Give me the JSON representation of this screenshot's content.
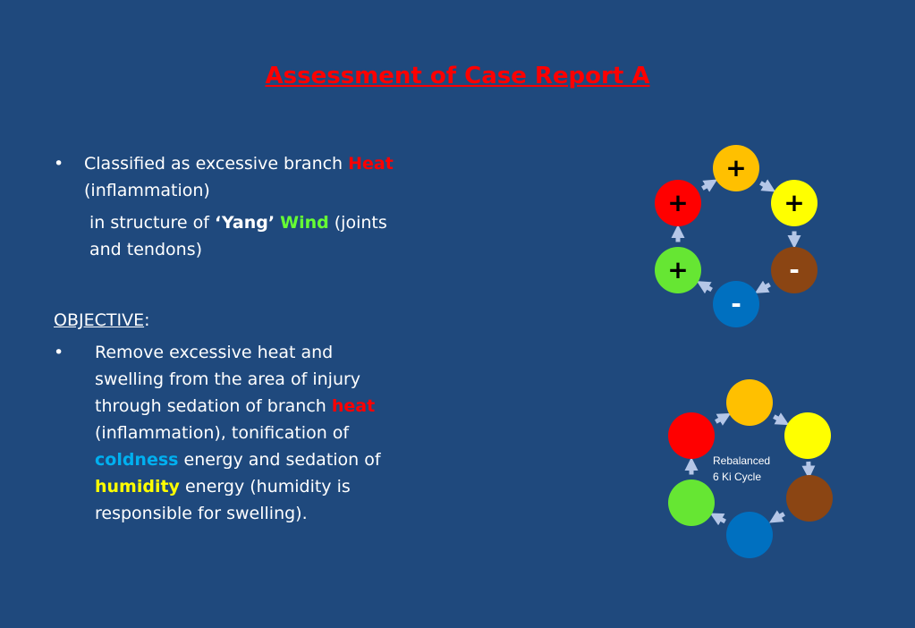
{
  "title": "Assessment of Case Report A",
  "bullet_char": "•",
  "item1": {
    "line1_pre": "Classified as excessive branch ",
    "line1_heat": "Heat",
    "line2": "(inflammation)",
    "line3_pre": "in structure of  ",
    "line3_yang": "‘Yang’",
    "line3_wind": "Wind",
    "line3_post": " (joints",
    "line4": "and tendons)"
  },
  "objective": {
    "label": "OBJECTIVE",
    "colon": ":"
  },
  "item2": {
    "line1": "Remove excessive heat and",
    "line2": "swelling from the area of injury",
    "line3_pre": "through sedation of branch ",
    "line3_heat": "heat",
    "line4": "(inflammation), tonification of",
    "line5_cold": "coldness",
    "line5_post": " energy and sedation of",
    "line6_hum": "humidity",
    "line6_post": " energy (humidity is",
    "line7": "responsible for swelling)."
  },
  "diagram1": {
    "nodes": [
      {
        "color": "#ffc000",
        "sign": "+"
      },
      {
        "color": "#ffff00",
        "sign": "+"
      },
      {
        "color": "#8b4513",
        "sign": "-"
      },
      {
        "color": "#0070c0",
        "sign": "-"
      },
      {
        "color": "#66e633",
        "sign": "+"
      },
      {
        "color": "#ff0000",
        "sign": "+"
      }
    ]
  },
  "diagram2": {
    "label_line1": "Rebalanced",
    "label_line2": "6 Ki Cycle",
    "nodes": [
      {
        "color": "#ffc000"
      },
      {
        "color": "#ffff00"
      },
      {
        "color": "#8b4513"
      },
      {
        "color": "#0070c0"
      },
      {
        "color": "#66e633"
      },
      {
        "color": "#ff0000"
      }
    ]
  },
  "colors": {
    "background": "#1f497d",
    "arrow": "#b4c6e7"
  }
}
